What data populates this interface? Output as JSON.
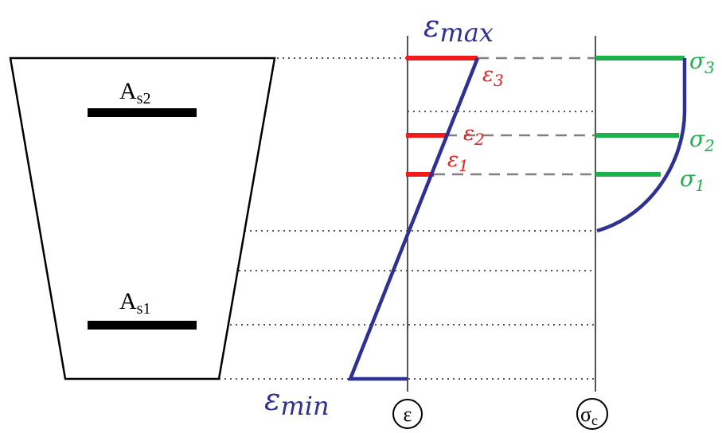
{
  "section": {
    "top_bar_label_main": "A",
    "top_bar_label_sub": "s2",
    "bottom_bar_label_main": "A",
    "bottom_bar_label_sub": "s1"
  },
  "strain": {
    "max_main": "ε",
    "max_sub": "max",
    "min_main": "ε",
    "min_sub": "min",
    "axis_label": "ε",
    "labels": [
      {
        "main": "ε",
        "sub": "3"
      },
      {
        "main": "ε",
        "sub": "2"
      },
      {
        "main": "ε",
        "sub": "1"
      }
    ]
  },
  "stress": {
    "axis_label_main": "σ",
    "axis_label_sub": "c",
    "labels": [
      {
        "main": "σ",
        "sub": "3"
      },
      {
        "main": "σ",
        "sub": "2"
      },
      {
        "main": "σ",
        "sub": "1"
      }
    ]
  },
  "colors": {
    "section": "#000000",
    "strain_profile": "#2e3192",
    "strain_marks": "#ee1c1c",
    "stress_marks": "#1db04c",
    "guides": "#808080",
    "axis": "#555555"
  }
}
